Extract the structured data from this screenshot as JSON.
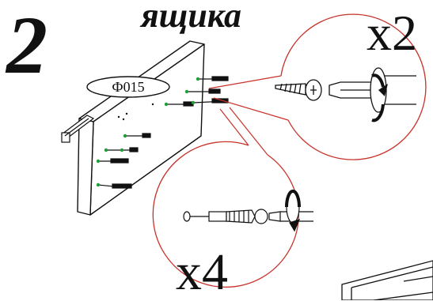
{
  "step": {
    "number": "2",
    "title": "ящика"
  },
  "panel": {
    "part_code": "Ф015"
  },
  "callouts": {
    "screw_quantity": "x2",
    "dowel_quantity": "x4"
  },
  "colors": {
    "line": "#111111",
    "callout_red": "#c8322a",
    "hole_green": "#1f9e3a"
  },
  "icons": [
    "wood-screw-icon",
    "screwdriver-icon",
    "rotation-arrow-icon",
    "cam-dowel-icon"
  ]
}
